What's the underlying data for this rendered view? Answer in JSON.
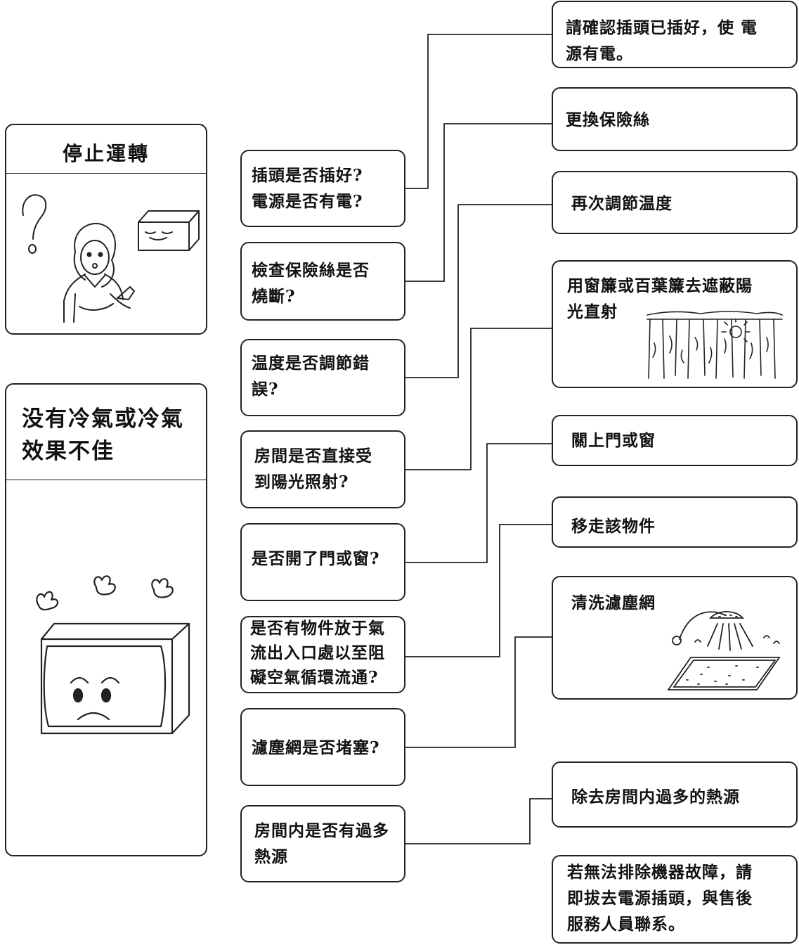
{
  "left_panels": [
    {
      "title": "停止運轉"
    },
    {
      "title": "没有冷氣或冷氣\n效果不佳"
    }
  ],
  "checks": [
    {
      "text": "插頭是否插好?\n電源是否有電?"
    },
    {
      "text": "檢查保險絲是否\n燒斷?"
    },
    {
      "text": "温度是否調節錯\n誤?"
    },
    {
      "text": "房間是否直接受\n到陽光照射?"
    },
    {
      "text": "是否開了門或窗?"
    },
    {
      "text": "是否有物件放于氣\n流出入口處以至阻\n礙空氣循環流通?"
    },
    {
      "text": "濾塵網是否堵塞?"
    },
    {
      "text": "房間内是否有過多\n熱源"
    }
  ],
  "solutions": [
    {
      "text": "請確認插頭已插好，使 電\n源有電。"
    },
    {
      "text": "更換保險絲"
    },
    {
      "text": "再次調節温度"
    },
    {
      "text": "用窗簾或百葉簾去遮蔽陽\n光直射"
    },
    {
      "text": "關上門或窗"
    },
    {
      "text": "移走該物件"
    },
    {
      "text": "清洗濾塵網"
    },
    {
      "text": "除去房間内過多的熱源"
    },
    {
      "text": "若無法排除機器故障，請\n即拔去電源插頭，與售後\n服務人員聯系。"
    }
  ]
}
